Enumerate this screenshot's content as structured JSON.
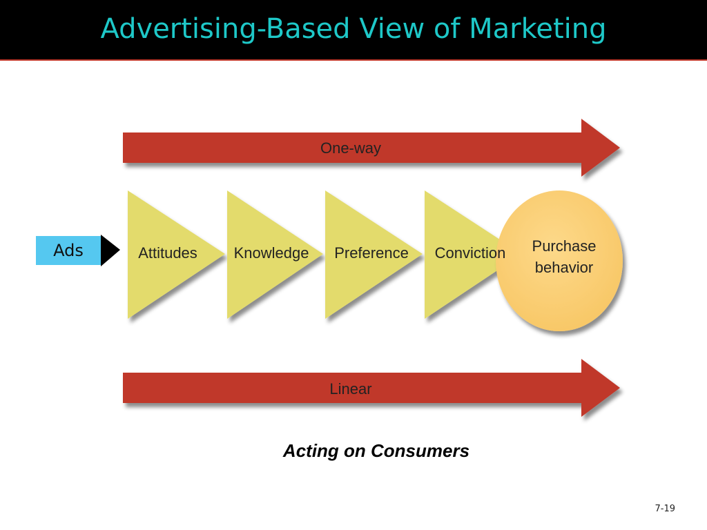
{
  "slide": {
    "title": "Advertising-Based View of Marketing",
    "caption": "Acting on Consumers",
    "page_number": "7-19"
  },
  "diagram": {
    "top_arrow_label": "One-way",
    "bottom_arrow_label": "Linear",
    "input_label": "Ads",
    "stages": [
      "Attitudes",
      "Knowledge",
      "Preference",
      "Conviction"
    ],
    "outcome_lines": [
      "Purchase",
      "behavior"
    ]
  },
  "colors": {
    "title_text": "#1ec8c8",
    "title_bar": "#000000",
    "arrow_red": "#c0392b",
    "stage_yellow": "#e3db6c",
    "outcome_orange": "#fcd27a",
    "ads_blue": "#55c8f0"
  }
}
